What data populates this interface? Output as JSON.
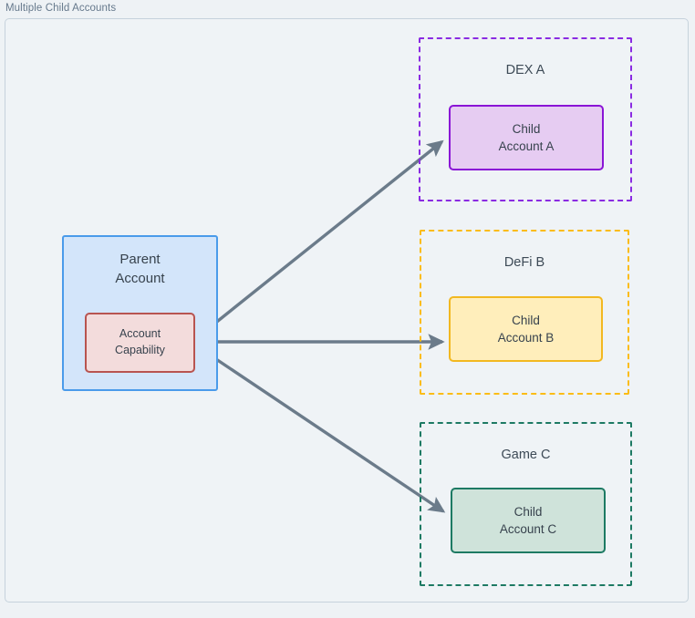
{
  "diagram": {
    "caption": "Multiple Child Accounts",
    "colors": {
      "canvas": "#eff3f6",
      "frame_border": "#c6d2dc",
      "caption_text": "#66798c",
      "node_text": "#37424d",
      "arrow": "#6b7b8a",
      "parent_fill": "#d3e5fa",
      "parent_border": "#4a9bea",
      "capability_fill": "#f3dcdc",
      "capability_border": "#b85450",
      "dex_border": "#8a2be2",
      "defi_border": "#fbbc16",
      "game_border": "#1d7a63",
      "child_a_fill": "#e6ccf2",
      "child_a_border": "#8a14d6",
      "child_b_fill": "#ffeebb",
      "child_b_border": "#f2b820",
      "child_c_fill": "#cfe3da",
      "child_c_border": "#1d7a63"
    },
    "parent": {
      "title_line1": "Parent",
      "title_line2": "Account",
      "capability_line1": "Account",
      "capability_line2": "Capability"
    },
    "groups": [
      {
        "id": "dex",
        "title": "DEX A",
        "child_line1": "Child",
        "child_line2": "Account A"
      },
      {
        "id": "defi",
        "title": "DeFi B",
        "child_line1": "Child",
        "child_line2": "Account B"
      },
      {
        "id": "game",
        "title": "Game C",
        "child_line1": "Child",
        "child_line2": "Account C"
      }
    ],
    "edges": [
      {
        "id": "to-child-a",
        "from": "Account Capability",
        "to": "Child Account A",
        "style": "solid-arrow"
      },
      {
        "id": "to-child-b",
        "from": "Account Capability",
        "to": "Child Account B",
        "style": "solid-arrow"
      },
      {
        "id": "to-child-c",
        "from": "Account Capability",
        "to": "Child Account C",
        "style": "solid-arrow"
      }
    ]
  }
}
